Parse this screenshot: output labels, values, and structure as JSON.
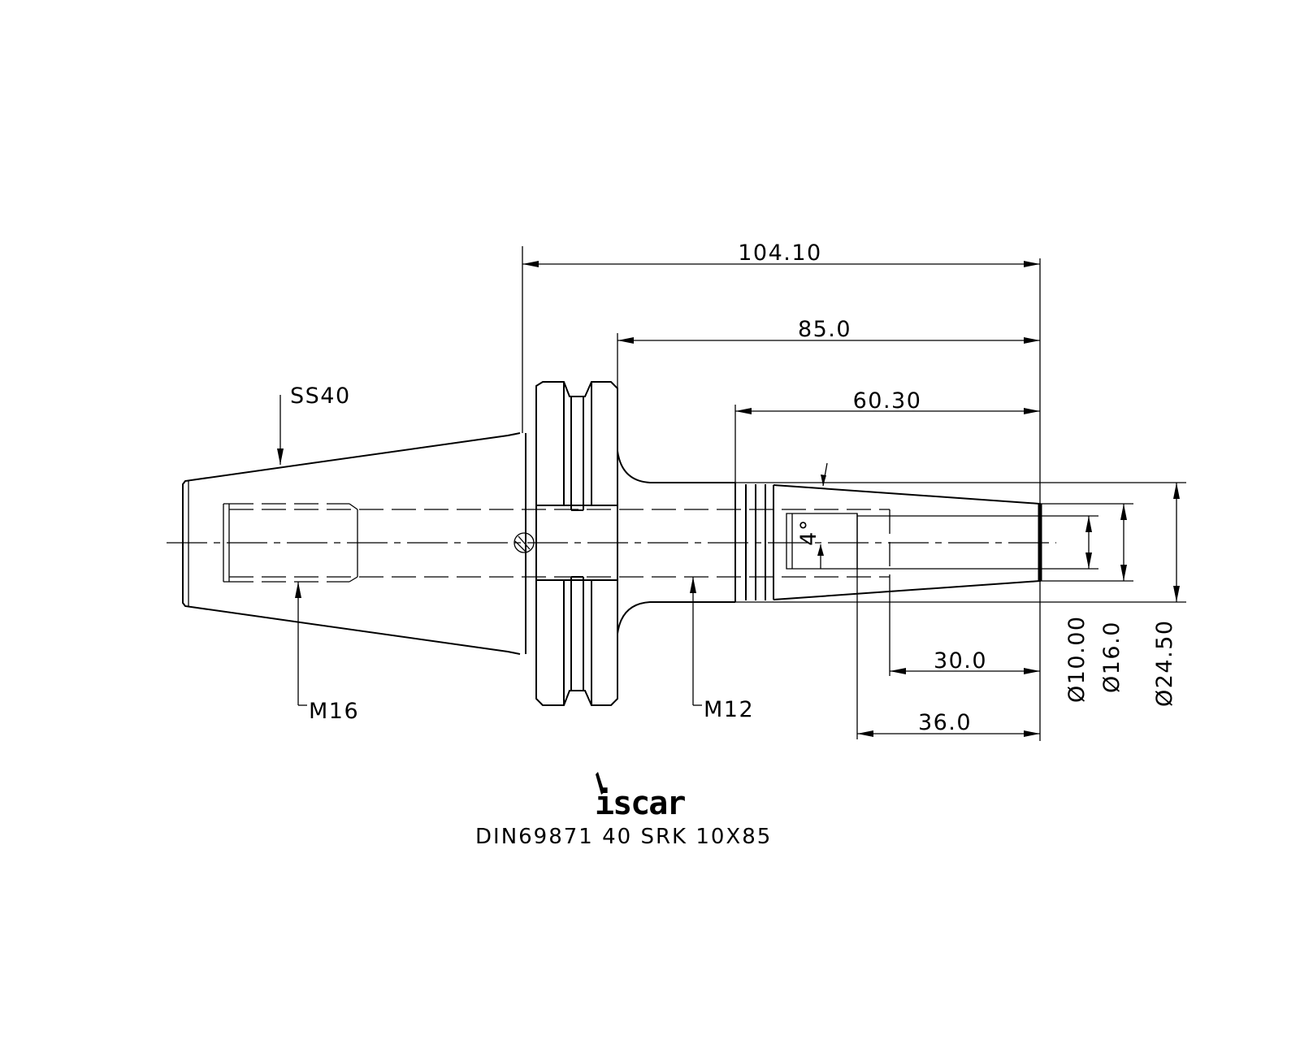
{
  "dimensions": {
    "overall_length": "104.10",
    "gauge_length": "85.0",
    "nose_length": "60.30",
    "bore_depth": "30.0",
    "inner_length": "36.0",
    "clamp_diameter": "Ø10.00",
    "nose_diameter": "Ø16.0",
    "body_diameter": "Ø24.50",
    "taper_angle": "4°"
  },
  "callouts": {
    "taper": "SS40",
    "rear_thread": "M16",
    "front_thread": "M12"
  },
  "brand": {
    "logo": "iscar"
  },
  "title": {
    "designation": "DIN69871 40 SRK 10X85"
  }
}
